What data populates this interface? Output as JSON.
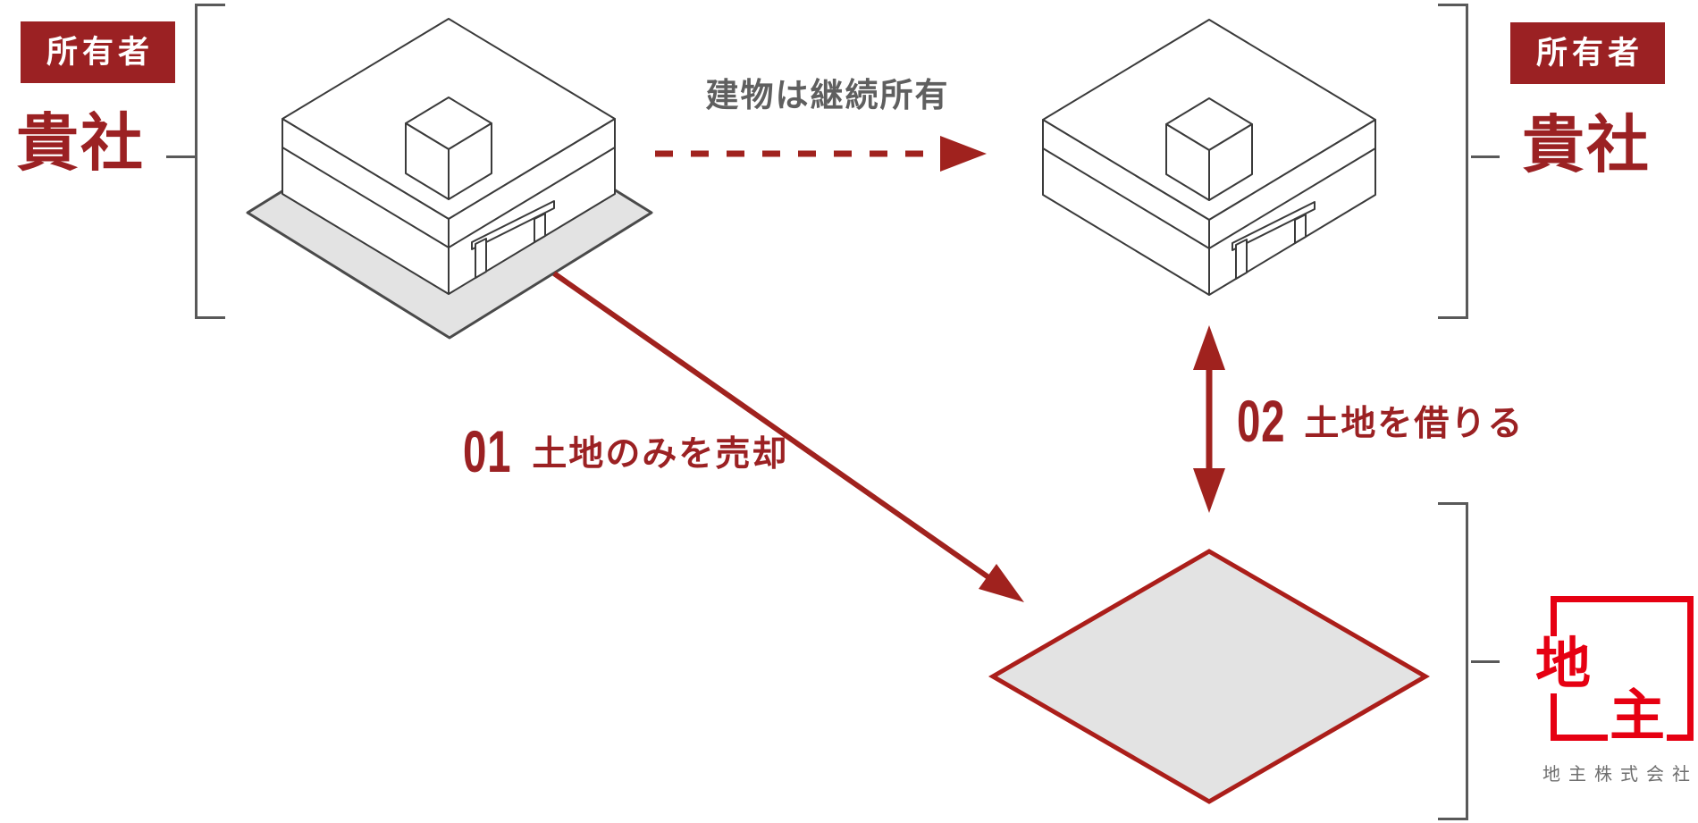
{
  "owners": {
    "left": {
      "badge_label": "所有者",
      "name": "貴社"
    },
    "right": {
      "badge_label": "所有者",
      "name": "貴社"
    }
  },
  "flows": {
    "building_retained": {
      "label": "建物は継続所有"
    },
    "sell_land": {
      "number": "01",
      "label": "土地のみを売却"
    },
    "lease_land": {
      "number": "02",
      "label": "土地を借りる"
    }
  },
  "landowner": {
    "logo_char_top": "地",
    "logo_char_bottom": "主",
    "company_name": "地主株式会社"
  },
  "colors": {
    "dark_red": "#9B2123",
    "arrow_red": "#A0221E",
    "parcel_border": "#AB1E1A",
    "logo_red": "#E60012",
    "note_gray": "#5F5F5F",
    "bracket_gray": "#595959",
    "land_fill": "#E3E3E3"
  }
}
